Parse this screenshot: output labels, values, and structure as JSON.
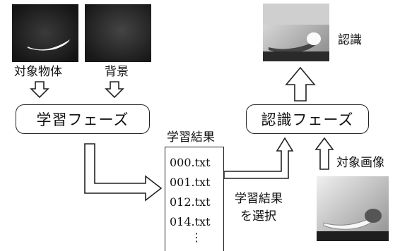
{
  "diagram": {
    "target_object_label": "対象物体",
    "background_label": "背景",
    "learning_phase": "学習フェーズ",
    "learning_results_title": "学習結果",
    "files": [
      "000.txt",
      "001.txt",
      "012.txt",
      "014.txt",
      "⋮"
    ],
    "recognition_phase": "認識フェーズ",
    "recognition_label": "認識",
    "target_image_label": "対象画像",
    "select_results_line1": "学習結果",
    "select_results_line2": "を選択"
  }
}
